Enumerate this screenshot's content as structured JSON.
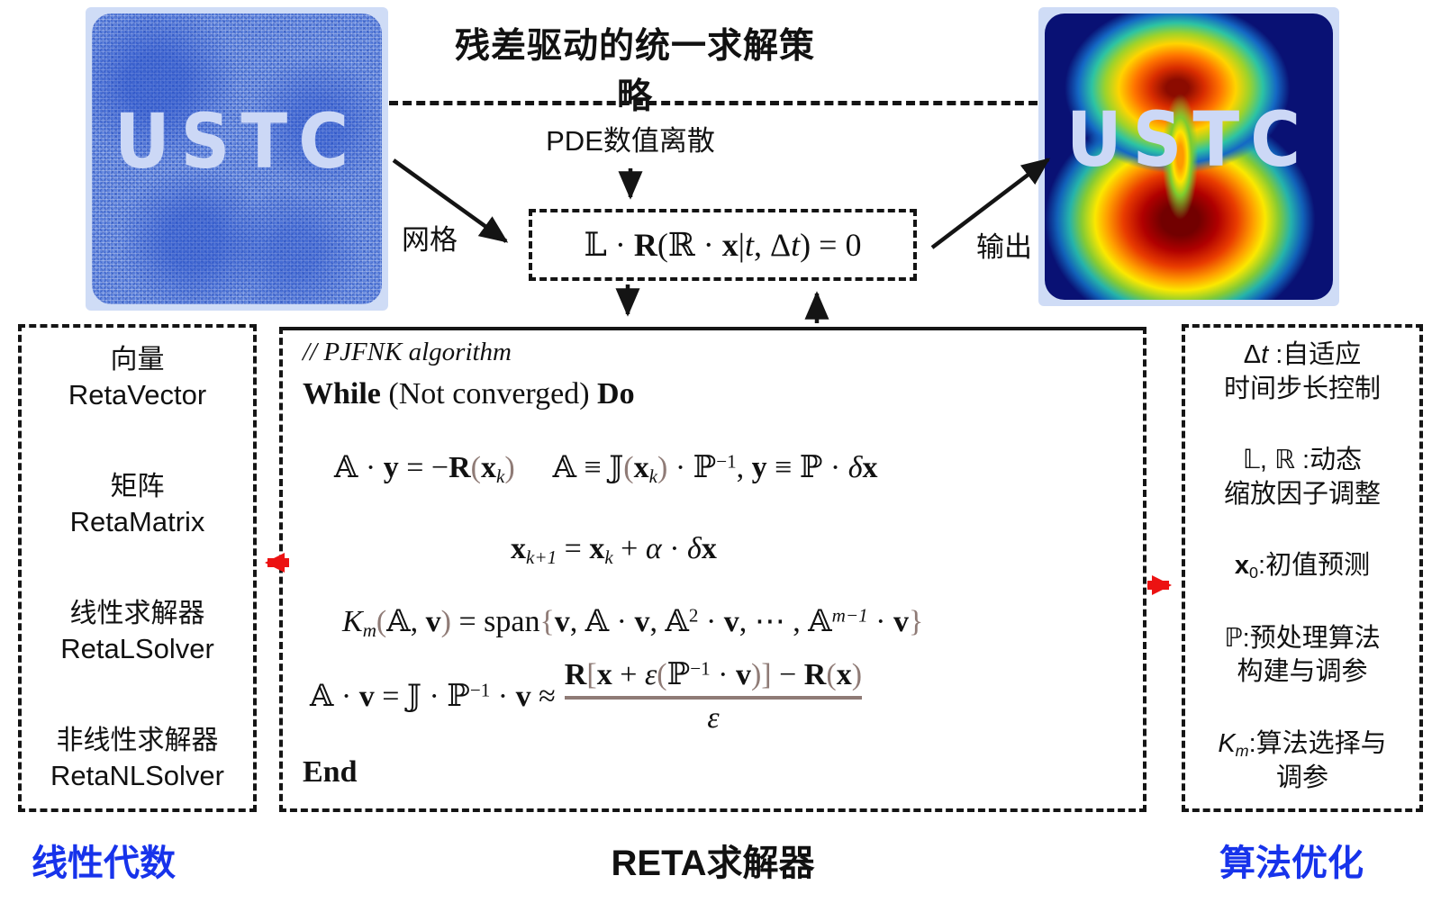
{
  "title": "残差驱动的统一求解策略",
  "flow": {
    "pde_label": "PDE数值离散",
    "mesh_label": "网格",
    "output_label": "输出",
    "residual_eq": [
      {
        "t": "𝕃 · "
      },
      {
        "t": "R",
        "b": true
      },
      {
        "t": "("
      },
      {
        "t": "ℝ · "
      },
      {
        "t": "x",
        "b": true
      },
      {
        "t": "|"
      },
      {
        "t": "t",
        "i": true
      },
      {
        "t": ", Δ"
      },
      {
        "t": "t",
        "i": true
      },
      {
        "t": ") = 0"
      }
    ]
  },
  "logos": {
    "left_text": "USTC",
    "right_text": "USTC"
  },
  "left_panel": {
    "caption": "线性代数",
    "items": [
      {
        "zh": "向量",
        "en": "RetaVector"
      },
      {
        "zh": "矩阵",
        "en": "RetaMatrix"
      },
      {
        "zh": "线性求解器",
        "en": "RetaLSolver"
      },
      {
        "zh": "非线性求解器",
        "en": "RetaNLSolver"
      }
    ]
  },
  "center_panel": {
    "caption": "RETA求解器",
    "comment": "// PJFNK algorithm",
    "while_line": [
      {
        "t": "While",
        "b": true
      },
      {
        "t": " (Not converged) "
      },
      {
        "t": "Do",
        "b": true
      }
    ],
    "eq1l": [
      {
        "t": "𝔸 · "
      },
      {
        "t": "y",
        "b": true
      },
      {
        "t": " = −"
      },
      {
        "t": "R",
        "b": true
      },
      {
        "t": "(",
        "c": true
      },
      {
        "t": "x",
        "b": true
      },
      {
        "t": "k",
        "sub": true,
        "i": true
      },
      {
        "t": ")",
        "c": true
      }
    ],
    "eq1r": [
      {
        "t": "𝔸 ≡ 𝕁"
      },
      {
        "t": "(",
        "c": true
      },
      {
        "t": "x",
        "b": true
      },
      {
        "t": "k",
        "sub": true,
        "i": true
      },
      {
        "t": ")",
        "c": true
      },
      {
        "t": " · ℙ"
      },
      {
        "t": "−1",
        "sup": true
      },
      {
        "t": ", "
      },
      {
        "t": "y",
        "b": true
      },
      {
        "t": " ≡ ℙ · "
      },
      {
        "t": "δ",
        "i": true
      },
      {
        "t": "x",
        "b": true
      }
    ],
    "eq2": [
      {
        "t": "x",
        "b": true
      },
      {
        "t": "k+1",
        "sub": true,
        "i": true
      },
      {
        "t": " = "
      },
      {
        "t": "x",
        "b": true
      },
      {
        "t": "k",
        "sub": true,
        "i": true
      },
      {
        "t": " + "
      },
      {
        "t": "α",
        "i": true
      },
      {
        "t": " · "
      },
      {
        "t": "δ",
        "i": true
      },
      {
        "t": "x",
        "b": true
      }
    ],
    "eq3": [
      {
        "t": "K",
        "i": true
      },
      {
        "t": "m",
        "sub": true,
        "i": true
      },
      {
        "t": "(",
        "c": true
      },
      {
        "t": "𝔸, "
      },
      {
        "t": "v",
        "b": true
      },
      {
        "t": ")",
        "c": true
      },
      {
        "t": " = span"
      },
      {
        "t": "{",
        "c": true
      },
      {
        "t": "v",
        "b": true
      },
      {
        "t": ", 𝔸 · "
      },
      {
        "t": "v",
        "b": true
      },
      {
        "t": ", 𝔸"
      },
      {
        "t": "2",
        "sup": true
      },
      {
        "t": " · "
      },
      {
        "t": "v",
        "b": true
      },
      {
        "t": ", ⋯ , 𝔸"
      },
      {
        "t": "m−1",
        "sup": true,
        "i": true
      },
      {
        "t": " · "
      },
      {
        "t": "v",
        "b": true
      },
      {
        "t": "}",
        "c": true
      }
    ],
    "eq4l": [
      {
        "t": "𝔸 · "
      },
      {
        "t": "v",
        "b": true
      },
      {
        "t": " = 𝕁 · ℙ"
      },
      {
        "t": "−1",
        "sup": true
      },
      {
        "t": " · "
      },
      {
        "t": "v",
        "b": true
      },
      {
        "t": " ≈ "
      }
    ],
    "frac_num": [
      {
        "t": "R",
        "b": true
      },
      {
        "t": "[",
        "c": true
      },
      {
        "t": "x",
        "b": true
      },
      {
        "t": " + "
      },
      {
        "t": "ε",
        "i": true
      },
      {
        "t": "(",
        "c": true
      },
      {
        "t": "ℙ"
      },
      {
        "t": "−1",
        "sup": true
      },
      {
        "t": " · "
      },
      {
        "t": "v",
        "b": true
      },
      {
        "t": ")",
        "c": true
      },
      {
        "t": "]",
        "c": true
      },
      {
        "t": " − "
      },
      {
        "t": "R",
        "b": true
      },
      {
        "t": "(",
        "c": true
      },
      {
        "t": "x",
        "b": true
      },
      {
        "t": ")",
        "c": true
      }
    ],
    "frac_den": [
      {
        "t": "ε",
        "i": true
      }
    ],
    "end_label": "End"
  },
  "right_panel": {
    "caption": "算法优化",
    "items": [
      {
        "l1": [
          {
            "t": "Δ"
          },
          {
            "t": "t",
            "i": true
          },
          {
            "t": " :自适应"
          }
        ],
        "l2": "时间步长控制"
      },
      {
        "l1": [
          {
            "t": "𝕃, ℝ :动态"
          }
        ],
        "l2": "缩放因子调整"
      },
      {
        "l1": [
          {
            "t": "x",
            "b": true
          },
          {
            "t": "0",
            "sub": true
          },
          {
            "t": ":初值预测"
          }
        ],
        "l2": ""
      },
      {
        "l1": [
          {
            "t": "ℙ:预处理算法"
          }
        ],
        "l2": "构建与调参"
      },
      {
        "l1": [
          {
            "t": "K",
            "i": true
          },
          {
            "t": "m",
            "sub": true,
            "i": true
          },
          {
            "t": ":算法选择与"
          }
        ],
        "l2": "调参"
      }
    ]
  },
  "colors": {
    "accent_blue": "#1733eb",
    "arrow_red": "#ec1212",
    "math_brown": "#8f7b76"
  }
}
